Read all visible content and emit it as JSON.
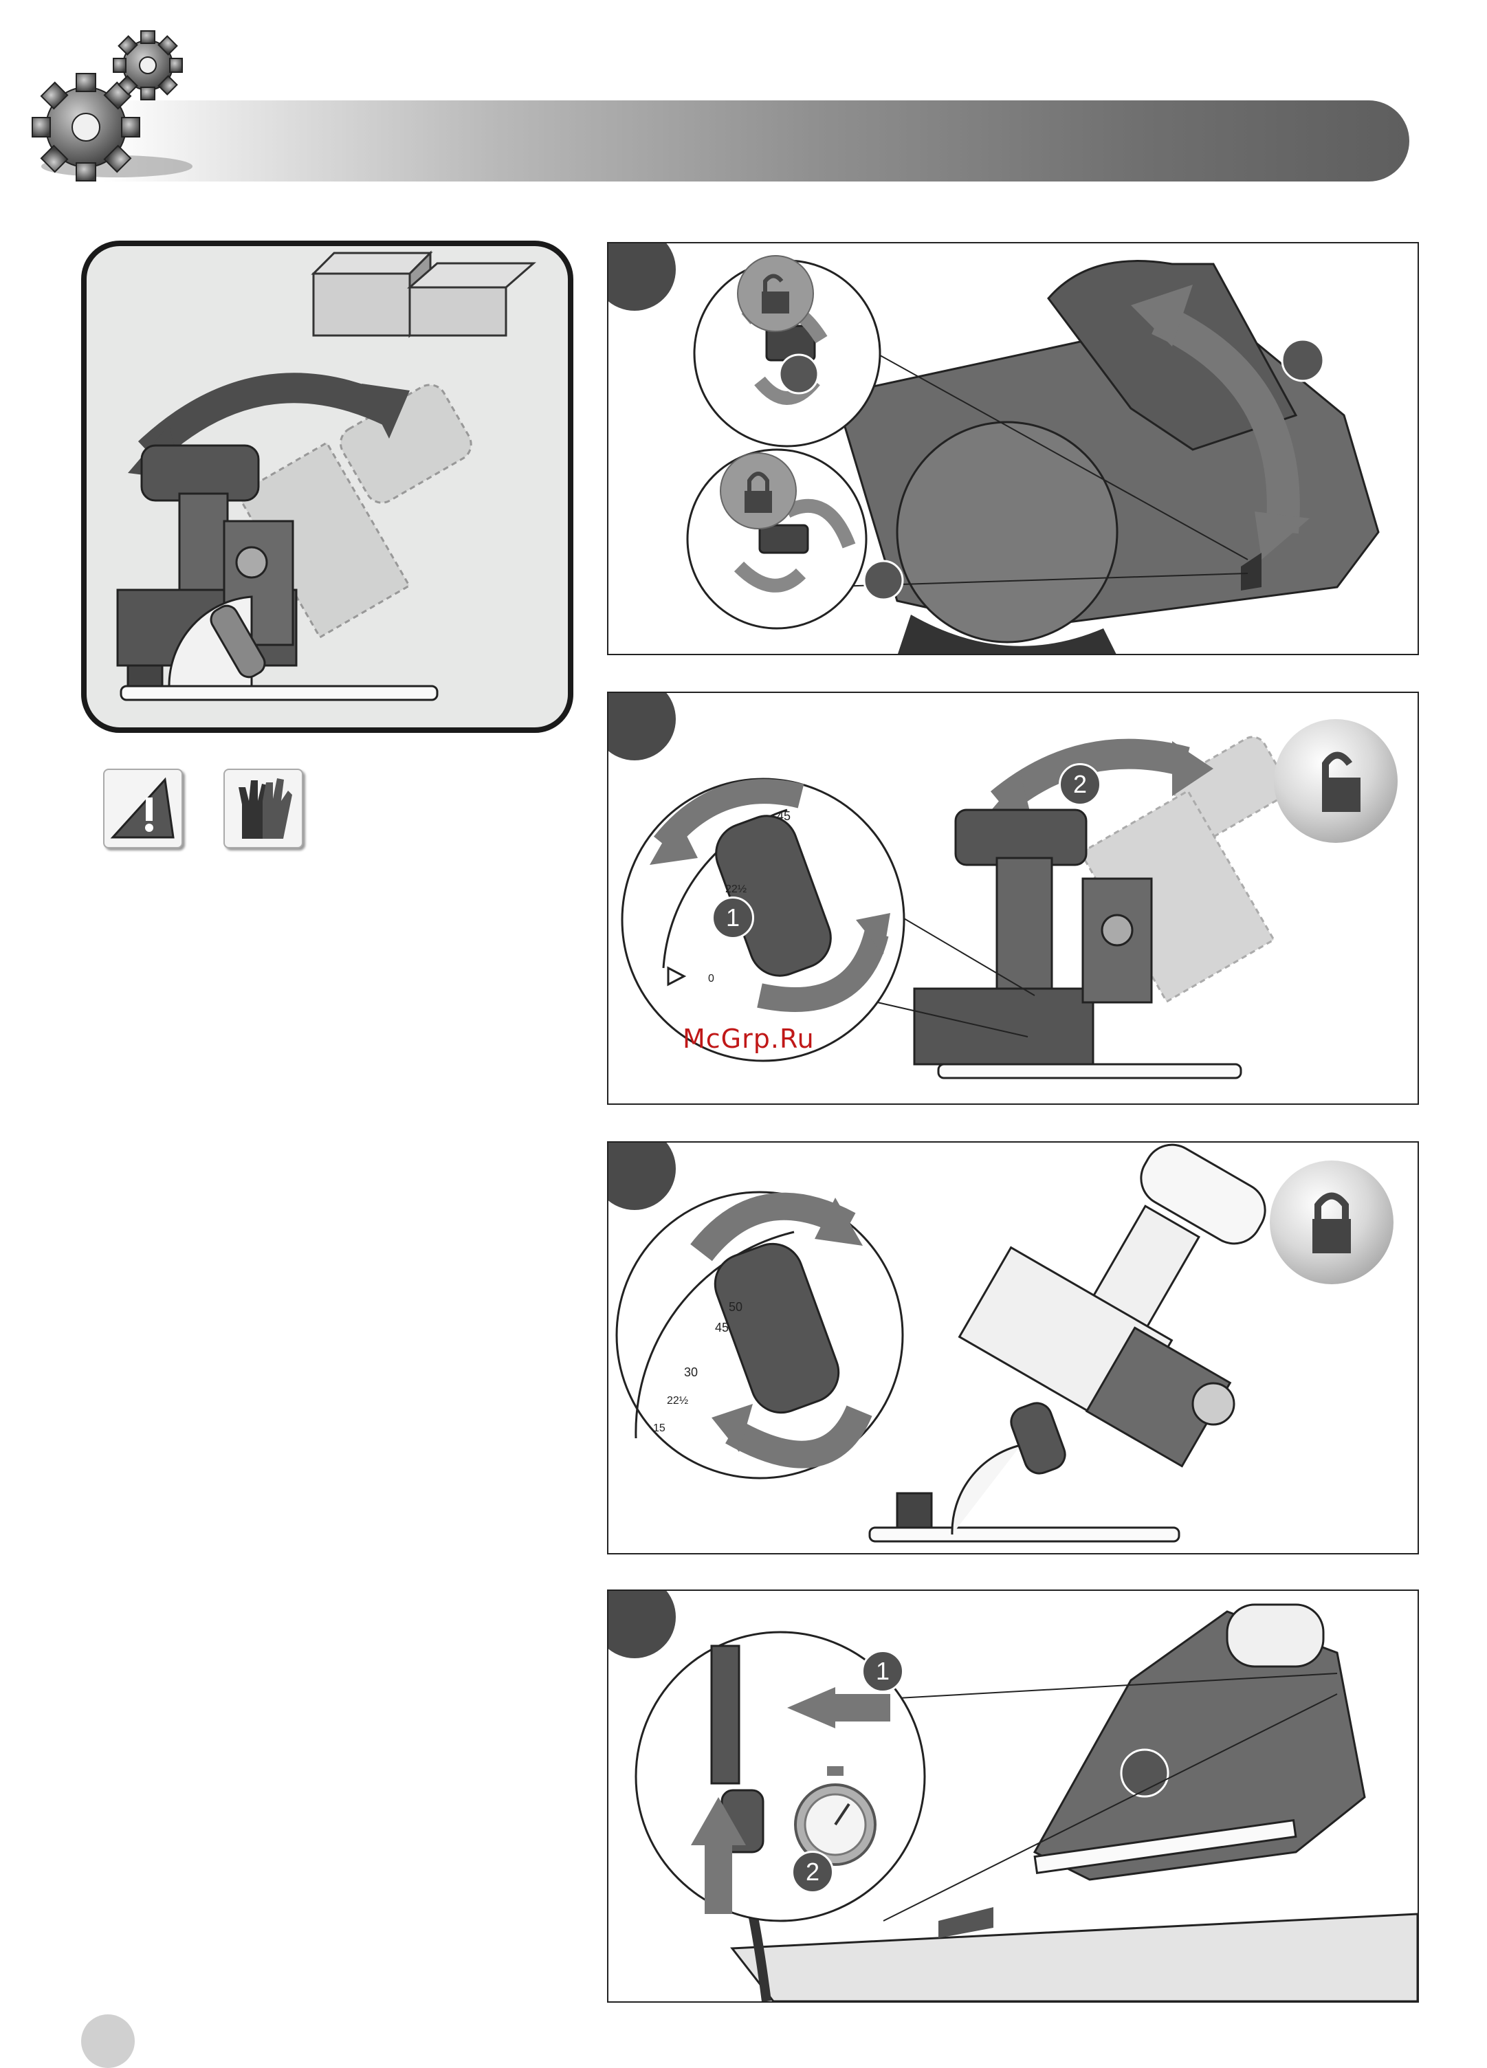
{
  "watermark": {
    "text": "McGrp.Ru"
  },
  "panels": [
    {
      "id": "A",
      "badges": []
    },
    {
      "id": "B",
      "badges": [
        "1",
        "2"
      ]
    },
    {
      "id": "C",
      "badges": []
    },
    {
      "id": "D",
      "badges": [
        "1",
        "2"
      ]
    }
  ],
  "scale": {
    "marks_b": [
      "45",
      "22½",
      "0"
    ],
    "marks_c": [
      "50",
      "45",
      "30",
      "22½",
      "15"
    ]
  },
  "icons": {
    "warning": "warning-triangle-icon",
    "gloves": "gloves-icon",
    "unlock": "unlocked-padlock-icon",
    "lock": "locked-padlock-icon",
    "stopwatch": "stopwatch-icon",
    "gear": "gear-icon"
  }
}
